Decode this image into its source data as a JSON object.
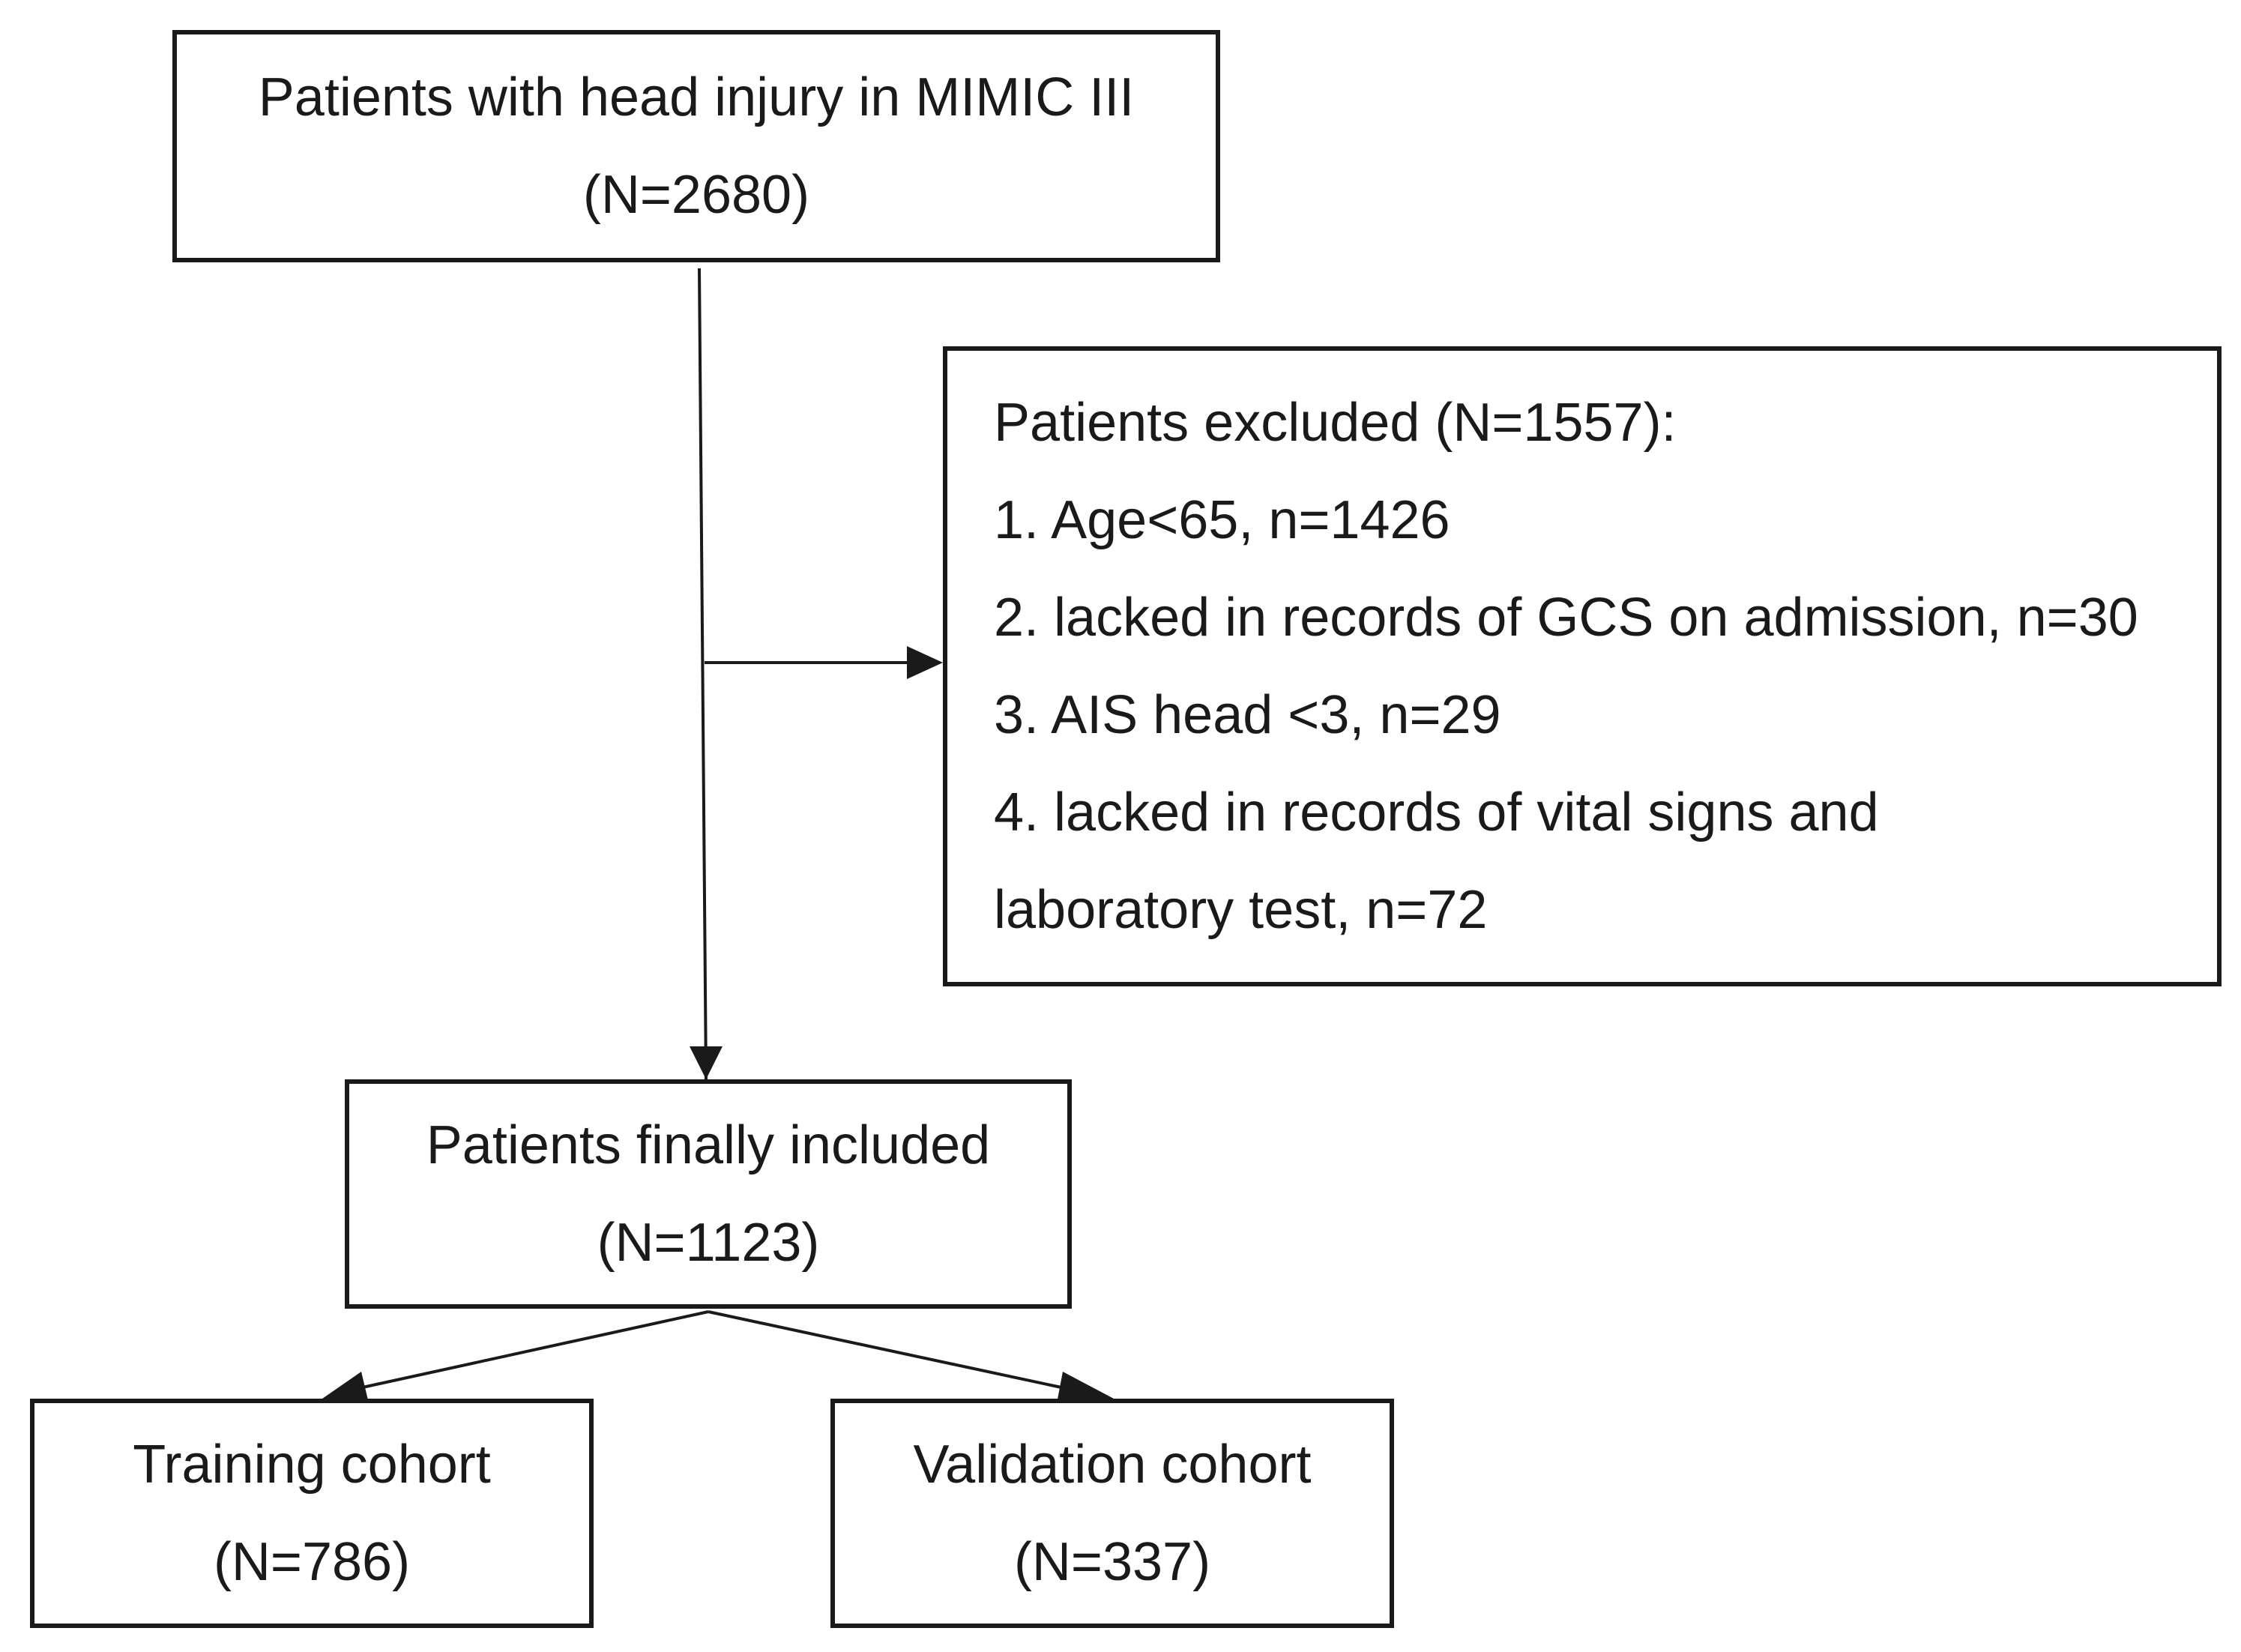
{
  "nodes": {
    "source": {
      "line1": "Patients with head injury in MIMIC III",
      "line2": "(N=2680)"
    },
    "excluded": {
      "heading": "Patients excluded (N=1557):",
      "items": [
        "1. Age<65, n=1426",
        "2. lacked in records of GCS on admission, n=30",
        "3. AIS head <3, n=29",
        "4. lacked in records of vital signs and",
        "laboratory test, n=72"
      ]
    },
    "included": {
      "line1": "Patients finally included",
      "line2": "(N=1123)"
    },
    "training": {
      "line1": "Training cohort",
      "line2": "(N=786)"
    },
    "validation": {
      "line1": "Validation cohort",
      "line2": "(N=337)"
    }
  },
  "edges": [
    {
      "from": "source",
      "to": "included"
    },
    {
      "from": "source",
      "to": "excluded"
    },
    {
      "from": "included",
      "to": "training"
    },
    {
      "from": "included",
      "to": "validation"
    }
  ],
  "colors": {
    "stroke": "#1a1a1a",
    "background": "#ffffff"
  }
}
